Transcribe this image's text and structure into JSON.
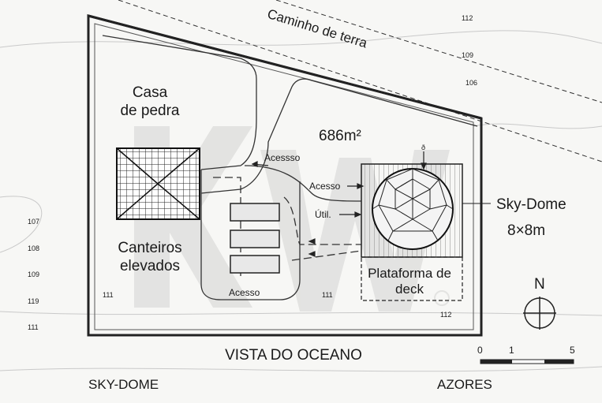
{
  "plan": {
    "road_label": "Caminho de terra",
    "stone_house": [
      "Casa",
      "de pedra"
    ],
    "area": "686m²",
    "raised_beds": [
      "Canteiros",
      "elevados"
    ],
    "access_top": "Acessso",
    "access_mid": "Acesso",
    "access_bottom": "Acesso",
    "util": "Útil.",
    "dome_label": "Sky-Dome",
    "dome_size": "8×8m",
    "deck": [
      "Plataforma de",
      "deck"
    ],
    "slope_mark": "ð",
    "ocean_view": "VISTA DO OCEANO",
    "footer_left": "SKY-DOME",
    "footer_right": "AZORES",
    "watermark": "KW®"
  },
  "contours": {
    "right": [
      "112",
      "109",
      "106"
    ],
    "left": [
      "107",
      "108",
      "109",
      "119",
      "111"
    ],
    "inner_left": "111",
    "inner_mid": "111",
    "inner_right": "112"
  },
  "north": "N",
  "scale": {
    "ticks": [
      "0",
      "1",
      "5"
    ]
  }
}
